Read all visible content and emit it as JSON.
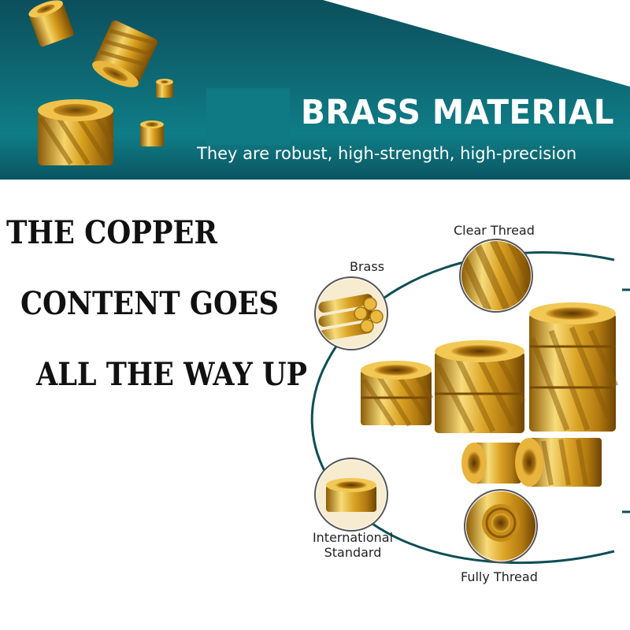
{
  "banner": {
    "title": "BRASS MATERIAL",
    "subtitle": "They are robust, high-strength, high-precision"
  },
  "headline": {
    "line1": "THE COPPER",
    "line2": "CONTENT GOES",
    "line3": "ALL THE WAY UP"
  },
  "callouts": {
    "clear_thread": "Clear Thread",
    "brass": "Brass",
    "international_standard_line1": "International",
    "international_standard_line2": "Standard",
    "fully_thread": "Fully Thread"
  },
  "colors": {
    "banner_teal": "#0e6a75",
    "brass_gold": "#d4a21e",
    "ring_teal": "#0d4f55"
  }
}
